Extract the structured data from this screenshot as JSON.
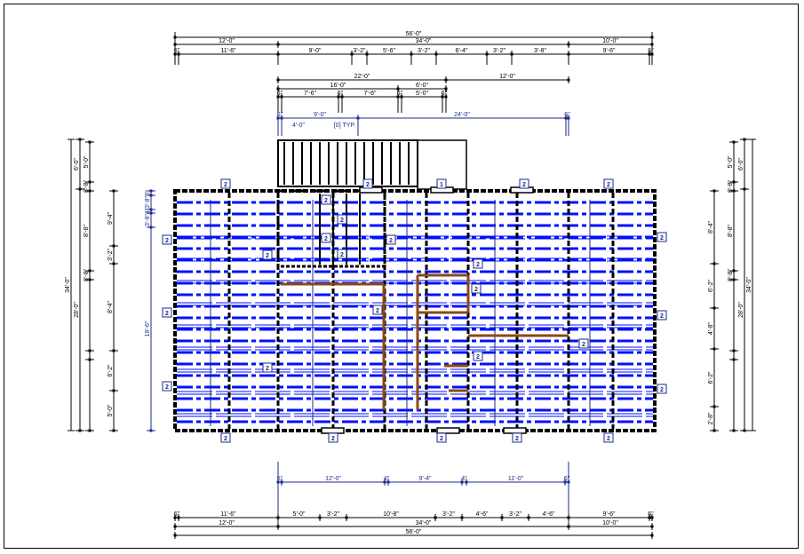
{
  "drawing": {
    "colors": {
      "joist": "#0010ff",
      "dimension_blue": "#1b2a8a",
      "wall": "#000000",
      "beam": "#8b4a12"
    },
    "top_dimensions": {
      "overall": "56'-0\"",
      "row2": [
        "12'-0\"",
        "34'-0\"",
        "10'-0\""
      ],
      "row3": [
        "6\"",
        "11'-6\"",
        "9'-0\"",
        "3'-2\"",
        "5'-6\"",
        "3'-2\"",
        "6'-4\"",
        "3'-2\"",
        "3'-8\"",
        "9'-6\"",
        "6\""
      ],
      "row4": [
        "22'-0\"",
        "12'-0\""
      ],
      "row5": [
        "16'-0\"",
        "6'-0\""
      ],
      "row6": [
        "6\"",
        "7'-6\"",
        "6\"",
        "7'-6\"",
        "6\"",
        "5'-0\"",
        "6\""
      ],
      "blue_row": [
        "6\"",
        "9'-0\"",
        "24'-0\"",
        "6\""
      ],
      "blue_sub": [
        "4'-0\"",
        "[0] TYP."
      ]
    },
    "bottom_dimensions": {
      "blue_row": [
        "6\"",
        "12'-0\"",
        "4\"",
        "9'-4\"",
        "4\"",
        "11'-0\"",
        "6\""
      ],
      "row1": [
        "6\"",
        "11'-6\"",
        "5'-0\"",
        "3'-2\"",
        "10'-8\"",
        "3'-2\"",
        "4'-6\"",
        "3'-2\"",
        "4'-6\"",
        "9'-6\"",
        "6\""
      ],
      "row2": [
        "12'-0\"",
        "34'-0\"",
        "10'-0\""
      ],
      "overall": "56'-0\""
    },
    "left_dimensions": {
      "overall": "34'-0\"",
      "col2": [
        "6'-0\"",
        "28'-0\""
      ],
      "col3": [
        "5'-0\"",
        "8'-8\"",
        "8'-8\"",
        "8'-8\""
      ],
      "col3_small": [
        "6\"",
        "4'-0\"",
        "6\"",
        "6\"",
        "6\"",
        "6\""
      ],
      "col4": [
        "9'-4\"",
        "3'-2\"",
        "8'-4\"",
        "6'-2\"",
        "5'-0\""
      ],
      "blue": [
        "6\"",
        "3'-8\"",
        "4\"",
        "3'-8\"",
        "19'-6\""
      ]
    },
    "right_dimensions": {
      "overall": "34'-0\"",
      "col2": [
        "6'-0\"",
        "28'-0\""
      ],
      "col3": [
        "5'-0\"",
        "8'-8\"",
        "8'-8\"",
        "8'-8\""
      ],
      "col3_small": [
        "6\"",
        "4'-0\"",
        "6\"",
        "6\"",
        "6\"",
        "6\""
      ],
      "col4": [
        "8'-4\"",
        "6'-2\"",
        "4'-8\"",
        "6'-2\"",
        "2'-8\""
      ]
    },
    "tags": [
      "2",
      "2",
      "1",
      "2",
      "2",
      "2",
      "2",
      "2",
      "2",
      "2",
      "2",
      "2",
      "2",
      "2",
      "2",
      "2",
      "2",
      "2",
      "2",
      "2",
      "2",
      "2",
      "2",
      "2",
      "2",
      "2",
      "2",
      "2"
    ]
  }
}
